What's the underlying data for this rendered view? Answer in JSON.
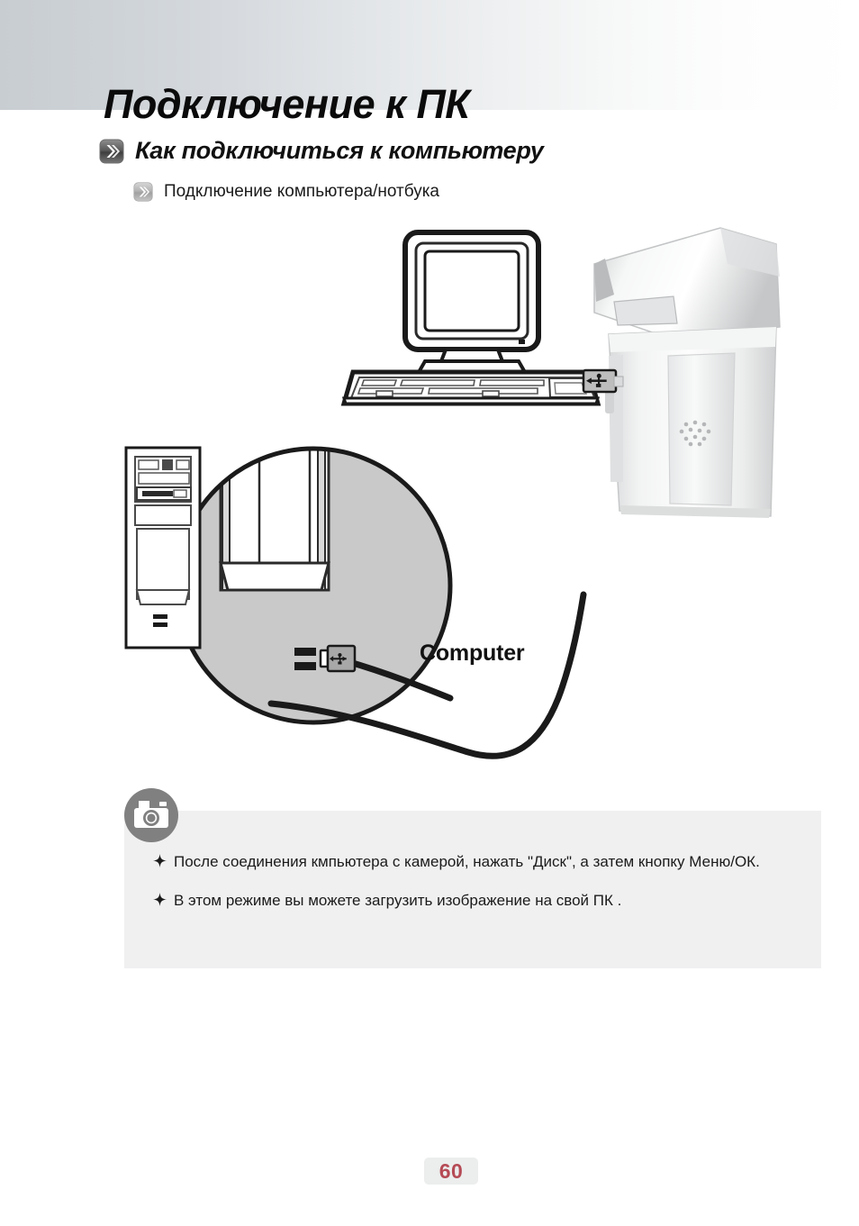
{
  "page": {
    "title": "Подключение к ПК",
    "number": "60",
    "page_number_color": "#b54a55",
    "page_number_bg": "#eceded",
    "header_gradient_from": "#c8cdd1",
    "header_gradient_to": "#ffffff"
  },
  "sections": [
    {
      "icon": "double-chevron-icon",
      "label": "Как подключиться к компьютеру",
      "level": 1
    },
    {
      "icon": "double-chevron-icon",
      "label": "Подключение компьютера/нотбука",
      "level": 2
    }
  ],
  "illustration": {
    "computer_label": "Computer",
    "items": [
      {
        "name": "crt-monitor",
        "label": "Computer"
      },
      {
        "name": "keyboard",
        "label": ""
      },
      {
        "name": "pc-tower",
        "label": ""
      },
      {
        "name": "magnifier-circle",
        "label": ""
      },
      {
        "name": "usb-connector-pc",
        "label": ""
      },
      {
        "name": "usb-connector-camera",
        "label": ""
      },
      {
        "name": "usb-cable",
        "label": ""
      },
      {
        "name": "digital-camera",
        "label": ""
      }
    ]
  },
  "note": {
    "icon": "camera-icon",
    "icon_bg": "#808080",
    "box_bg": "#f0f0f1",
    "items": [
      {
        "bullet": "sparkle-bullet",
        "text": "После соединения кмпьютера с камерой, нажать \"Диск\", а затем кнопку Меню/ОК."
      },
      {
        "bullet": "sparkle-bullet",
        "text": "В этом режиме вы можете загрузить изображение на свой ПК ."
      }
    ]
  }
}
